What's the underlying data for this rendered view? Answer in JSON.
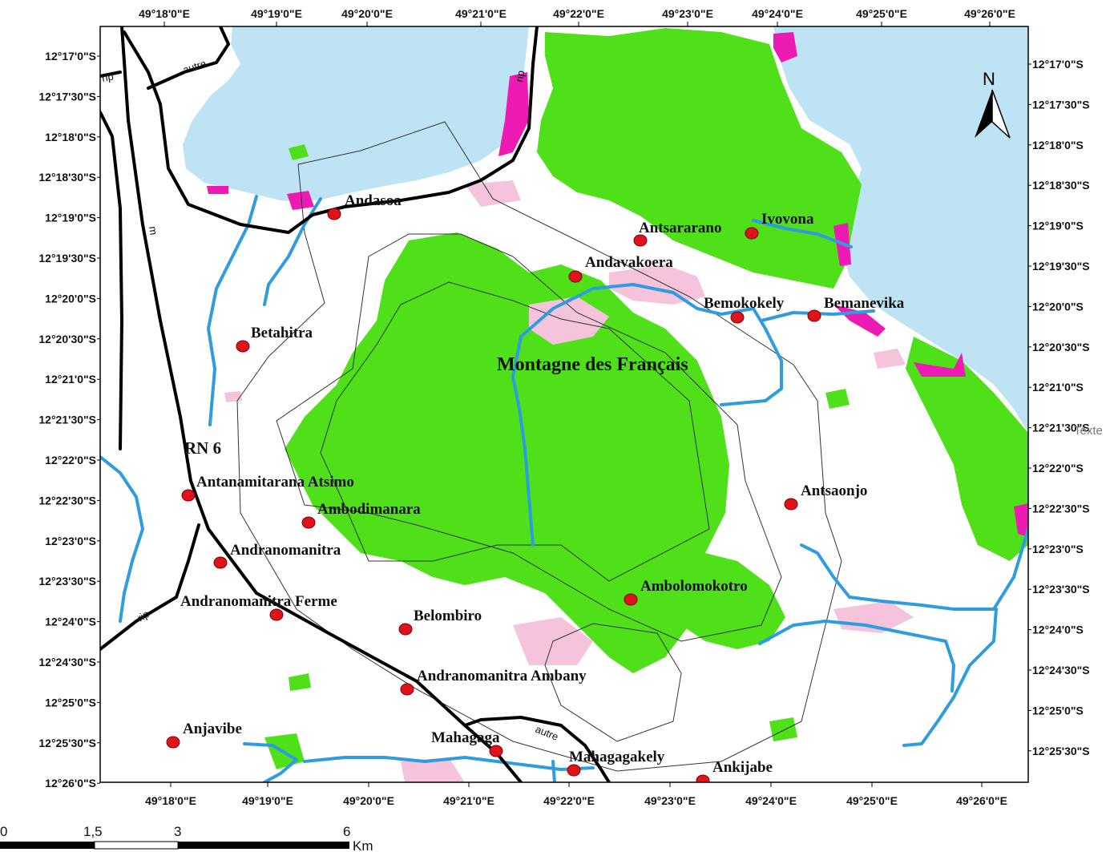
{
  "colors": {
    "water": "#bde3f5",
    "forest": "#4fe01a",
    "pink": "#f5c4dc",
    "magenta": "#ee1ab4",
    "river": "#2f9ce0",
    "road": "#000000",
    "village": "#e0121a"
  },
  "north_arrow": {
    "label": "N",
    "icon": "north-arrow-icon"
  },
  "top_ticks": [
    "49°18'0\"E",
    "49°19'0\"E",
    "49°20'0\"E",
    "49°21'0\"E",
    "49°22'0\"E",
    "49°23'0\"E",
    "49°24'0\"E",
    "49°25'0\"E",
    "49°26'0\"E"
  ],
  "bottom_ticks": [
    "49°18'0\"E",
    "49°19'0\"E",
    "49°20'0\"E",
    "49°21'0\"E",
    "49°22'0\"E",
    "49°23'0\"E",
    "49°24'0\"E",
    "49°25'0\"E",
    "49°26'0\"E"
  ],
  "left_ticks": [
    "12°17'0\"S",
    "12°17'30\"S",
    "12°18'0\"S",
    "12°18'30\"S",
    "12°19'0\"S",
    "12°19'30\"S",
    "12°20'0\"S",
    "12°20'30\"S",
    "12°21'0\"S",
    "12°21'30\"S",
    "12°22'0\"S",
    "12°22'30\"S",
    "12°23'0\"S",
    "12°23'30\"S",
    "12°24'0\"S",
    "12°24'30\"S",
    "12°25'0\"S",
    "12°25'30\"S",
    "12°26'0\"S"
  ],
  "right_ticks": [
    "12°17'0\"S",
    "12°17'30\"S",
    "12°18'0\"S",
    "12°18'30\"S",
    "12°19'0\"S",
    "12°19'30\"S",
    "12°20'0\"S",
    "12°20'30\"S",
    "12°21'0\"S",
    "12°21'30\"S",
    "12°22'0\"S",
    "12°22'30\"S",
    "12°23'0\"S",
    "12°23'30\"S",
    "12°24'0\"S",
    "12°24'30\"S",
    "12°25'0\"S",
    "12°25'30\"S"
  ],
  "right_overlap_text": "Texte",
  "area_label": "Montagne des Français",
  "road_main_label": "RN 6",
  "road_labels": {
    "autre_top": "autre",
    "rip_top": "rip",
    "rip_small": "rip",
    "m": "m",
    "rip_left": "rip",
    "autre_bottom": "autre"
  },
  "villages": [
    "Andasoa",
    "Antsararano",
    "Ivovona",
    "Andavakoera",
    "Bemokokely",
    "Bemanevika",
    "Betahitra",
    "Antanamitarana Atsimo",
    "Ambodimanara",
    "Antsaonjo",
    "Andranomanitra",
    "Ambolomokotro",
    "Andranomanitra Ferme",
    "Belombiro",
    "Andranomanitra Ambany",
    "Anjavibe",
    "Mahagaga",
    "Mahagagakely",
    "Ankijabe"
  ],
  "scale_bar": {
    "labels": [
      "0",
      "1,5",
      "3",
      "6"
    ],
    "unit": "Km"
  }
}
